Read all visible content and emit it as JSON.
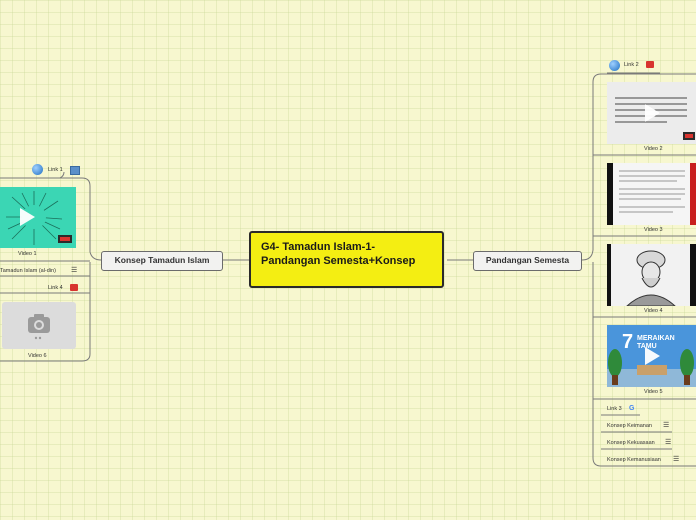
{
  "central": {
    "title": "G4- Tamadun Islam-1-Pandangan Semesta+Konsep"
  },
  "left": {
    "topic": "Konsep Tamadun Islam",
    "link1": "Link 1",
    "video1": "Video 1",
    "tamadun_item": "Tamadun Islam (al-din)",
    "link4": "Link 4",
    "video6": "Video 6"
  },
  "right": {
    "topic": "Pandangan Semesta",
    "link2": "Link 2",
    "video2": "Video 2",
    "video3": "Video 3",
    "video4": "Video 4",
    "video5": "Video 5",
    "video5_thumb_text": "MERAIKAN TAMU",
    "video5_thumb_number": "7",
    "link3": "Link 3",
    "item_keimanan": "Konsep Keimanan",
    "item_kekuasaan": "Konsep Kekuasaan",
    "item_kemanusiaan": "Konsep Kemanusiaan"
  },
  "colors": {
    "background": "#f7f7cf",
    "central_fill": "#f4ee12",
    "video1_fill": "#3bd6b4"
  }
}
